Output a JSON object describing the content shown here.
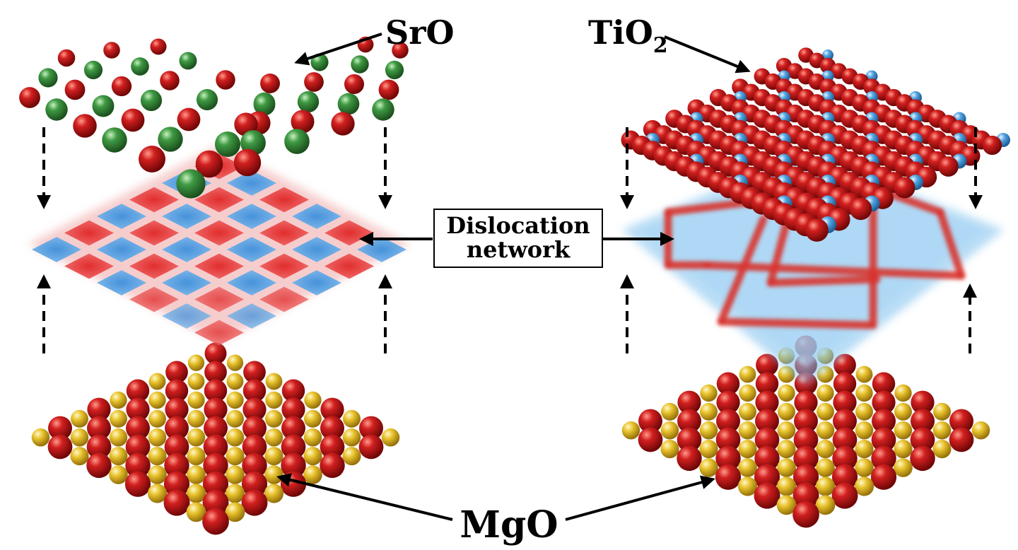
{
  "labels": {
    "sro": "SrO",
    "tio2_main": "TiO",
    "tio2_sub": "2",
    "mgo": "MgO",
    "dislocation_line1": "Dislocation",
    "dislocation_line2": "network"
  },
  "colors": {
    "oxygen": "#c0161b",
    "strontium": "#3f8c3f",
    "titanium": "#4fa3e0",
    "magnesium": "#e8c22c",
    "interface_red": "#e02525",
    "interface_blue": "#3d8fdb",
    "arrow": "#000000"
  },
  "layers": {
    "left_top": "SrO lattice (Sr green, O red)",
    "right_top": "TiO2 lattice (Ti blue, O red)",
    "substrate": "MgO lattice (Mg yellow, O red)"
  }
}
